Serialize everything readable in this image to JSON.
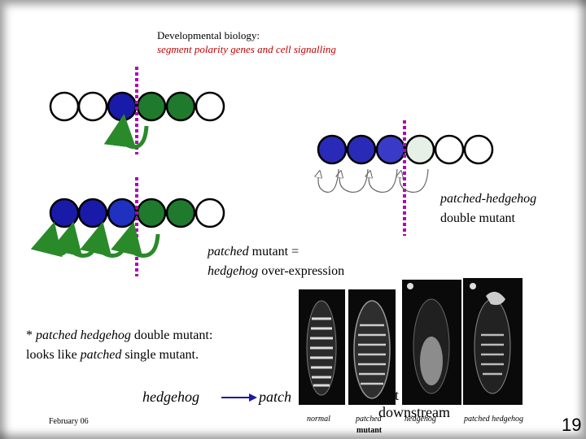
{
  "title": "Developmental biology:",
  "subtitle": "segment polarity genes and cell signalling",
  "colors": {
    "white_cell": "#ffffff",
    "blue_cell": "#1a1aa8",
    "green_cell": "#1f7a2e",
    "pale_cell": "#e6f0e6",
    "boundary": "#b000b0",
    "arrow_green": "#2a8a2a",
    "arrow_blue": "#2a2aa0",
    "subtitle": "#c00000"
  },
  "rows": {
    "wild_type": [
      "white",
      "white",
      "blue",
      "green",
      "green",
      "white"
    ],
    "patched_mutant": [
      "blue",
      "blue",
      "blue",
      "green",
      "green",
      "white"
    ],
    "double_mutant": [
      "blue",
      "blue",
      "blue",
      "pale",
      "white",
      "white"
    ]
  },
  "labels": {
    "double_mutant_line1": "patched-hedgehog",
    "double_mutant_line2": "double mutant",
    "patched_mutant_italic": "patched",
    "patched_mutant_rest": " mutant =",
    "overexpression_italic": "hedgehog",
    "overexpression_rest": " over-expression",
    "note_prefix": "* ",
    "note_italic1": "patched hedgehog",
    "note_rest1": " double mutant:",
    "note_line2_a": "looks like ",
    "note_italic2": "patched",
    "note_line2_b": " single mutant.",
    "pathway_hedgehog": "hedgehog",
    "pathway_patched": "patch",
    "pathway_downstream": "downstream",
    "pathway_partial": "t"
  },
  "photos": {
    "caption_normal": "normal",
    "caption_patched": "patched",
    "caption_patched_b": "mutant",
    "caption_hedgehog": "hedgehog",
    "caption_double": "patched hedgehog"
  },
  "footer": {
    "date": "February 06",
    "page": "19"
  }
}
